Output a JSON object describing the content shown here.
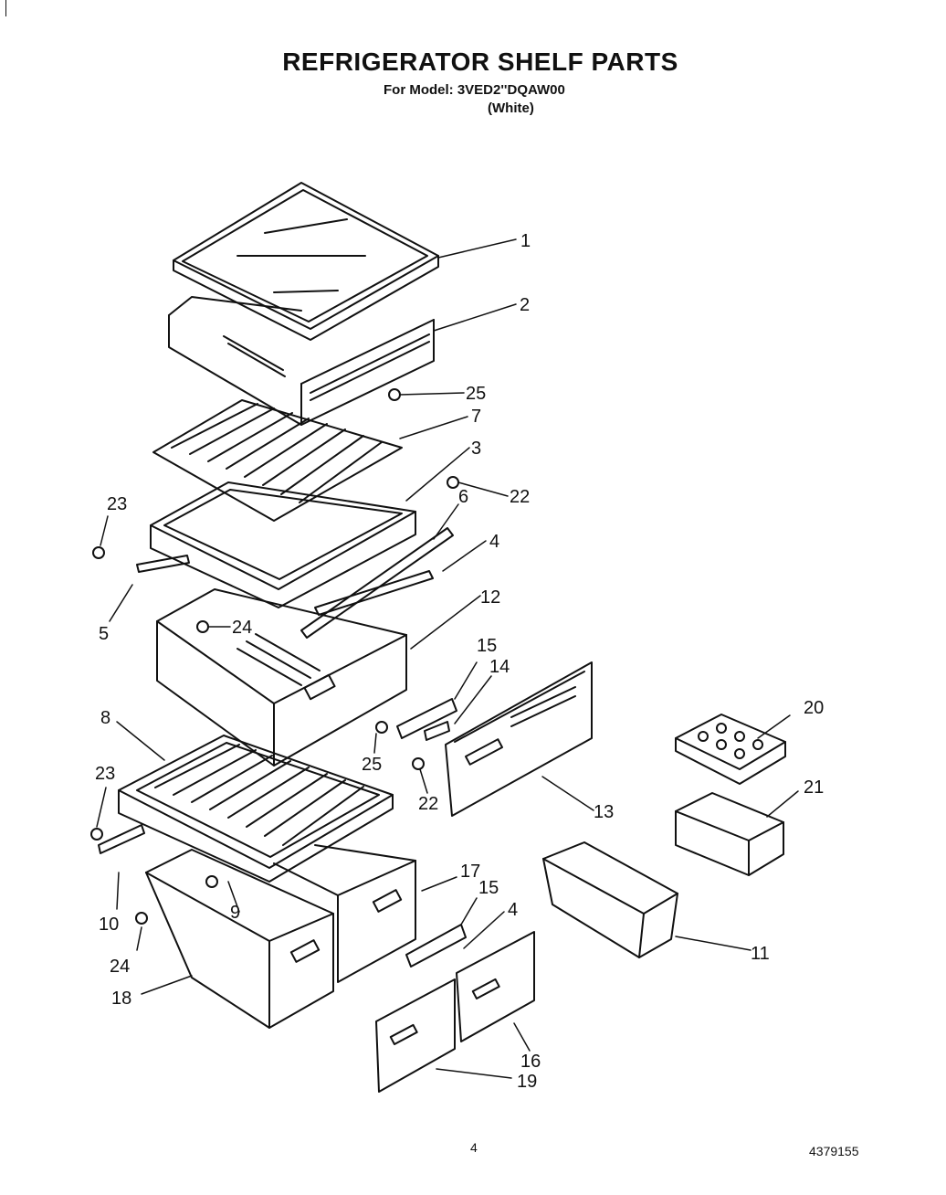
{
  "header": {
    "title": "REFRIGERATOR SHELF PARTS",
    "model_line": "For Model: 3VED2''DQAW00",
    "color_line": "(White)"
  },
  "callouts": [
    "1",
    "2",
    "25",
    "7",
    "3",
    "22",
    "6",
    "23",
    "4",
    "5",
    "12",
    "24",
    "15",
    "14",
    "8",
    "20",
    "23",
    "25",
    "22",
    "13",
    "21",
    "17",
    "15",
    "4",
    "10",
    "9",
    "11",
    "24",
    "18",
    "16",
    "19"
  ],
  "footer": {
    "page_number": "4",
    "document_number": "4379155"
  }
}
